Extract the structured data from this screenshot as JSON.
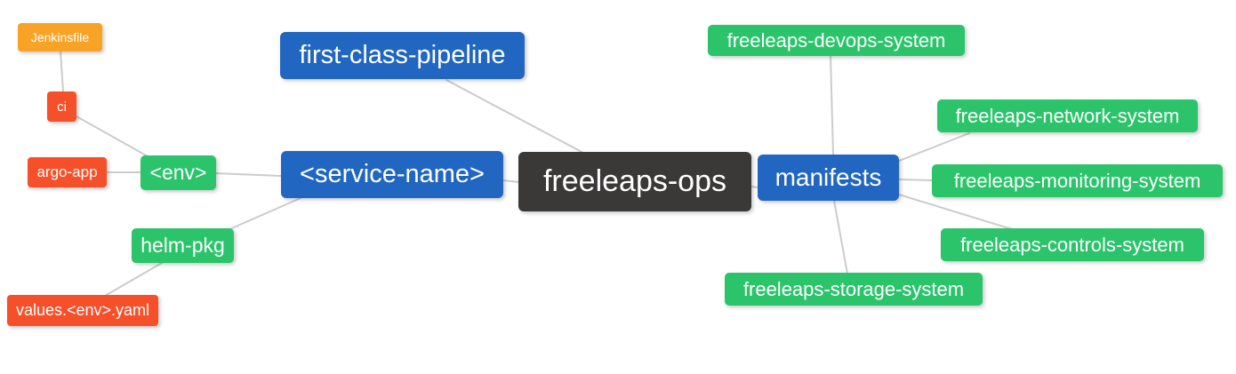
{
  "diagram": {
    "type": "mindmap",
    "background": "#FFFFFF",
    "edge_color": "#CCCCCC",
    "text_color": "#FFFFFF",
    "palette": {
      "orange": "#F8A326",
      "red": "#F5502A",
      "green": "#2BC46B",
      "blue": "#2166C0",
      "dark": "#3B3838"
    },
    "nodes": [
      {
        "id": "jenkinsfile",
        "label": "Jenkinsfile",
        "color": "orange"
      },
      {
        "id": "ci",
        "label": "ci",
        "color": "red"
      },
      {
        "id": "argo-app",
        "label": "argo-app",
        "color": "red"
      },
      {
        "id": "env",
        "label": "<env>",
        "color": "green"
      },
      {
        "id": "helm-pkg",
        "label": "helm-pkg",
        "color": "green"
      },
      {
        "id": "values-env-yaml",
        "label": "values.<env>.yaml",
        "color": "red"
      },
      {
        "id": "first-class-pipeline",
        "label": "first-class-pipeline",
        "color": "blue"
      },
      {
        "id": "service-name",
        "label": "<service-name>",
        "color": "blue"
      },
      {
        "id": "freeleaps-ops",
        "label": "freeleaps-ops",
        "color": "dark"
      },
      {
        "id": "manifests",
        "label": "manifests",
        "color": "blue"
      },
      {
        "id": "freeleaps-devops-system",
        "label": "freeleaps-devops-system",
        "color": "green"
      },
      {
        "id": "freeleaps-network-system",
        "label": "freeleaps-network-system",
        "color": "green"
      },
      {
        "id": "freeleaps-monitoring-system",
        "label": "freeleaps-monitoring-system",
        "color": "green"
      },
      {
        "id": "freeleaps-controls-system",
        "label": "freeleaps-controls-system",
        "color": "green"
      },
      {
        "id": "freeleaps-storage-system",
        "label": "freeleaps-storage-system",
        "color": "green"
      }
    ],
    "edges": [
      {
        "from": "jenkinsfile",
        "to": "ci"
      },
      {
        "from": "ci",
        "to": "env"
      },
      {
        "from": "argo-app",
        "to": "env"
      },
      {
        "from": "env",
        "to": "service-name"
      },
      {
        "from": "service-name",
        "to": "helm-pkg"
      },
      {
        "from": "helm-pkg",
        "to": "values-env-yaml"
      },
      {
        "from": "first-class-pipeline",
        "to": "freeleaps-ops"
      },
      {
        "from": "service-name",
        "to": "freeleaps-ops"
      },
      {
        "from": "freeleaps-ops",
        "to": "manifests"
      },
      {
        "from": "manifests",
        "to": "freeleaps-devops-system"
      },
      {
        "from": "manifests",
        "to": "freeleaps-network-system"
      },
      {
        "from": "manifests",
        "to": "freeleaps-monitoring-system"
      },
      {
        "from": "manifests",
        "to": "freeleaps-controls-system"
      },
      {
        "from": "manifests",
        "to": "freeleaps-storage-system"
      }
    ]
  }
}
